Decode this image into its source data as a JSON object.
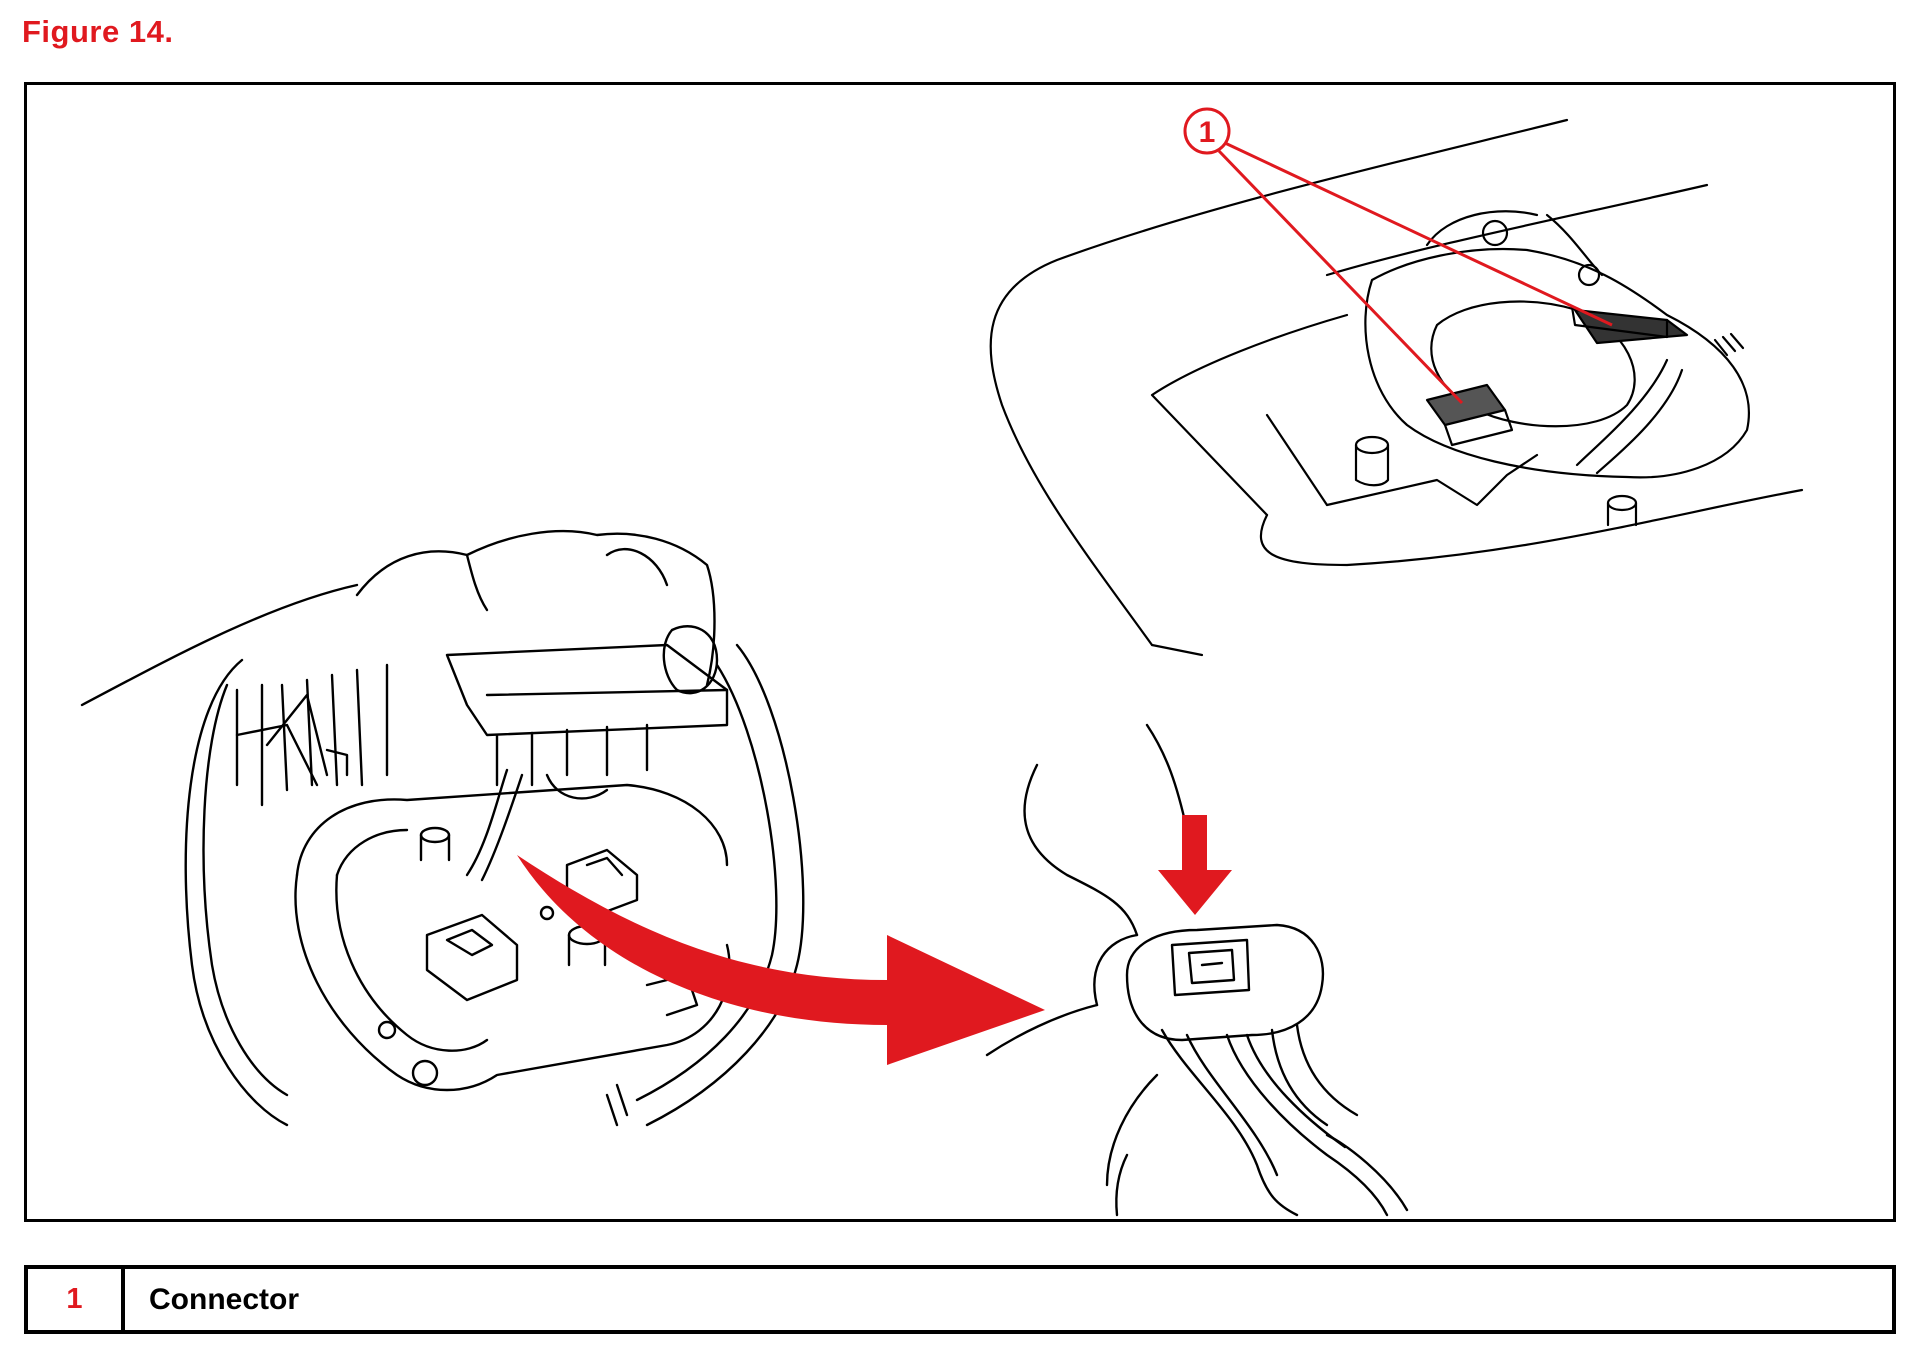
{
  "figure": {
    "title": "Figure 14."
  },
  "callout": {
    "number": "1"
  },
  "legend": [
    {
      "number": "1",
      "label": "Connector"
    }
  ],
  "colors": {
    "accent": "#e0191f",
    "line": "#000000"
  }
}
